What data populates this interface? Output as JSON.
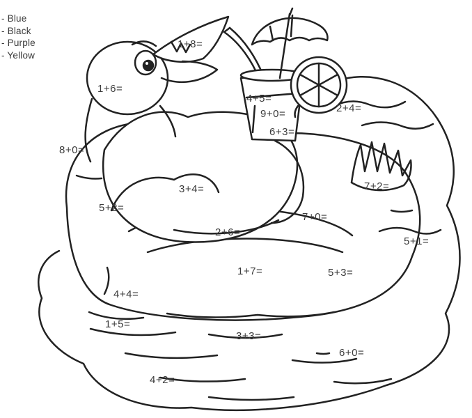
{
  "title": "Math addition color-by-number coloring page (duck on inner tube)",
  "legend": {
    "items": [
      {
        "label": "- Blue"
      },
      {
        "label": "- Black"
      },
      {
        "label": "- Purple"
      },
      {
        "label": "- Yellow"
      }
    ]
  },
  "problems": [
    {
      "text": "1+8="
    },
    {
      "text": "1+6="
    },
    {
      "text": "4+5="
    },
    {
      "text": "9+0="
    },
    {
      "text": "2+4="
    },
    {
      "text": "6+3="
    },
    {
      "text": "8+0="
    },
    {
      "text": "3+4="
    },
    {
      "text": "7+2="
    },
    {
      "text": "5+2="
    },
    {
      "text": "7+0="
    },
    {
      "text": "2+6="
    },
    {
      "text": "5+1="
    },
    {
      "text": "1+7="
    },
    {
      "text": "5+3="
    },
    {
      "text": "4+4="
    },
    {
      "text": "1+5="
    },
    {
      "text": "3+3="
    },
    {
      "text": "6+0="
    },
    {
      "text": "4+2="
    }
  ],
  "drawing": {
    "subject": "Duck relaxing on an inner tube in water, holding a cocktail with umbrella and lemon slice"
  },
  "colors": {
    "line": "#222222",
    "text": "#3c3c3c",
    "background": "#ffffff"
  }
}
